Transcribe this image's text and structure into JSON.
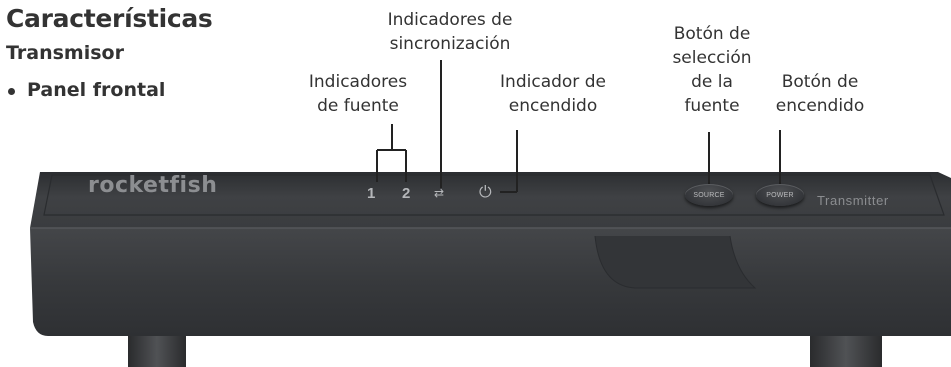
{
  "heading": {
    "title": "Características",
    "subtitle": "Transmisor",
    "bullet": "Panel frontal"
  },
  "callouts": {
    "source_indicators": "Indicadores\nde fuente",
    "sync_indicators": "Indicadores de\nsincronización",
    "power_indicator": "Indicador de\nencendido",
    "source_select_button": "Botón de\nselección\nde la\nfuente",
    "power_button": "Botón de\nencendido"
  },
  "device": {
    "brand": "rocketfish",
    "indicator_1": "1",
    "indicator_2": "2",
    "source_button_label": "SOURCE",
    "power_button_label": "POWER",
    "model_text": "Transmitter"
  },
  "colors": {
    "body": "#3a3c3f",
    "text": "#333333"
  }
}
